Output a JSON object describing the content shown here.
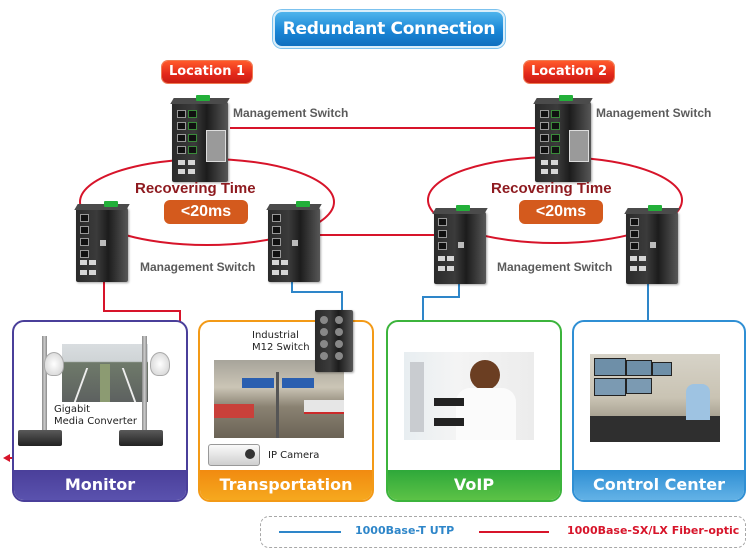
{
  "title": "Redundant Connection",
  "locations": [
    {
      "label": "Location 1"
    },
    {
      "label": "Location 2"
    }
  ],
  "switch_labels": {
    "mgmt_top_left": "Management Switch",
    "mgmt_top_right": "Management Switch",
    "mgmt_ring_left": "Management Switch",
    "mgmt_ring_right": "Management Switch"
  },
  "rings": [
    {
      "title": "Recovering Time",
      "value": "<20ms"
    },
    {
      "title": "Recovering Time",
      "value": "<20ms"
    }
  ],
  "panels": [
    {
      "name": "Monitor",
      "color": "#4a3f9a",
      "device_label_line1": "Gigabit",
      "device_label_line2": "Media Converter"
    },
    {
      "name": "Transportation",
      "color": "#f39a17",
      "device_label_line1": "Industrial",
      "device_label_line2": "M12 Switch",
      "camera_label": "IP Camera"
    },
    {
      "name": "VoIP",
      "color": "#3cb43c"
    },
    {
      "name": "Control Center",
      "color": "#2f8fd4"
    }
  ],
  "legend": {
    "utp_label": "1000Base-T UTP",
    "utp_color": "#2e86c9",
    "fiber_label": "1000Base-SX/LX Fiber-optic",
    "fiber_color": "#d7142a"
  }
}
